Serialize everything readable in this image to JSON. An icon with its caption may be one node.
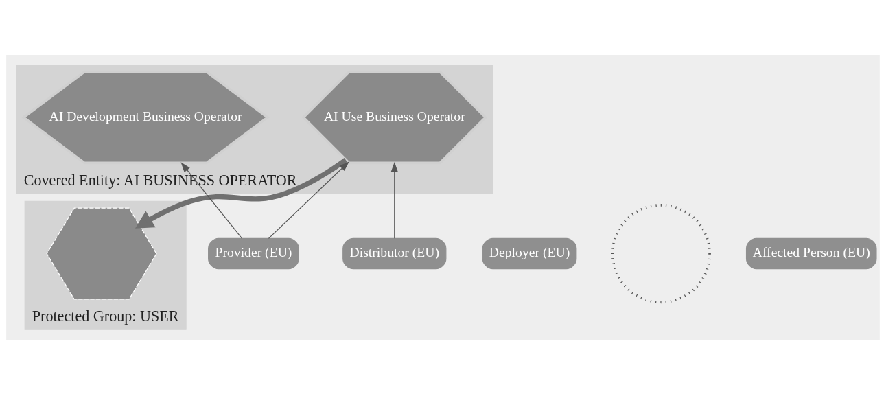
{
  "diagram": {
    "nodes": [
      {
        "text": [
          "Covered Entity: AI BUSINESS OPERATOR"
        ]
      },
      {
        "text": [
          "AI Development Business Operator"
        ],
        "in": 0
      },
      {
        "text": [
          "AI Use Business Operator"
        ],
        "in": 0
      },
      {
        "text": [
          "Protected Group: USER"
        ]
      },
      {
        "text": [],
        "shape": "hexagon",
        "in": 3
      },
      {
        "text": [
          "Deployer (EU)"
        ]
      },
      {
        "text": [
          "Provider (EU)"
        ]
      },
      {
        "text": [
          "Distributor (EU)"
        ]
      },
      {
        "text": [],
        "shape": "circle"
      },
      {
        "text": [
          "Affected Person (EU)"
        ]
      }
    ],
    "edges": [
      {
        "from": 6,
        "to": 1,
        "arrow": "to"
      },
      {
        "from": 6,
        "to": 2,
        "arrow": "to"
      },
      {
        "from": 7,
        "to": 2,
        "arrow": "to"
      },
      {
        "from": 2,
        "to": 4,
        "arrow": "to",
        "style": "thick",
        "color": "#707070"
      }
    ]
  }
}
